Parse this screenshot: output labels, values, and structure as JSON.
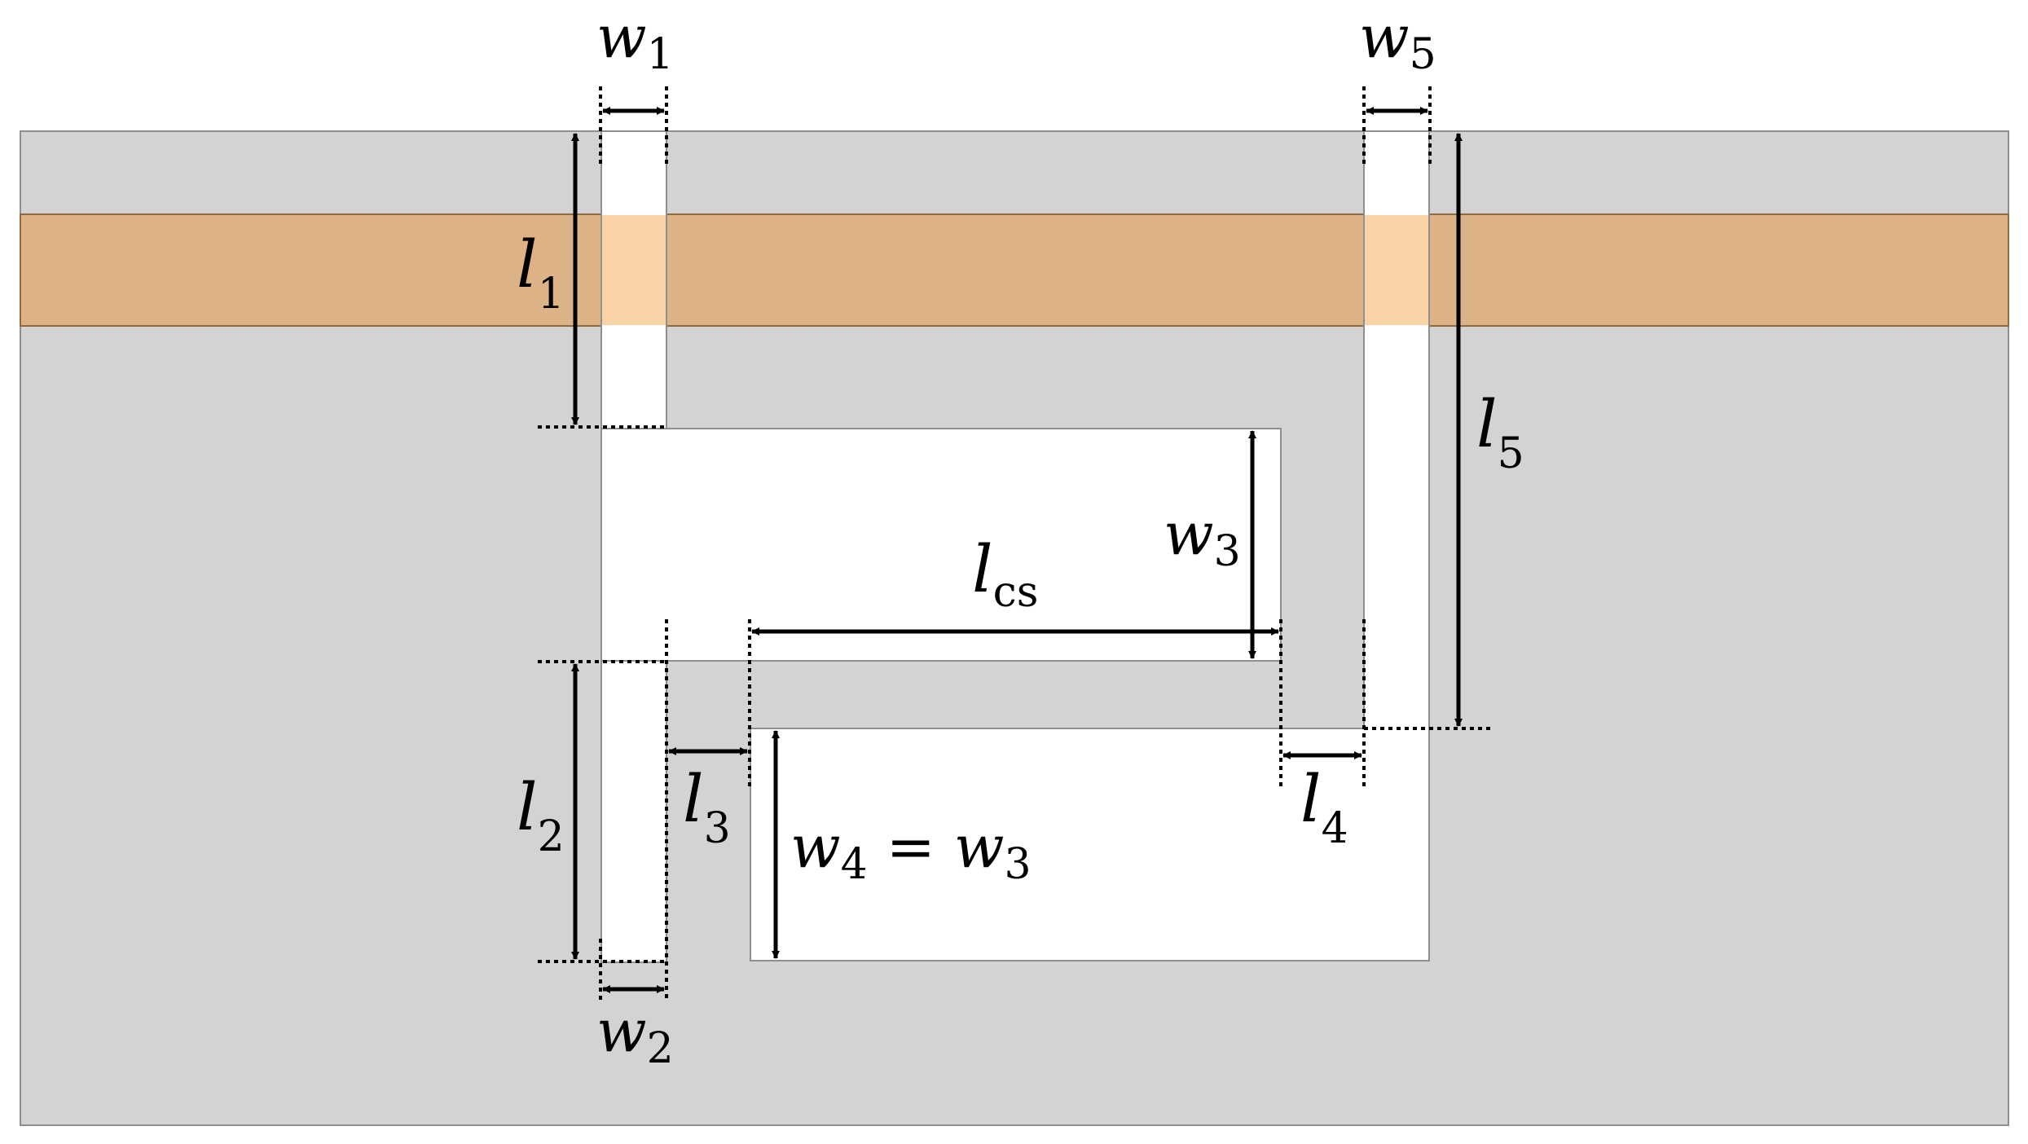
{
  "colors": {
    "substrate": "#d3d3d3",
    "strip": "#deb287",
    "strip_overlap": "#fad3a8",
    "slot": "#ffffff",
    "outline": "#8f8f8f",
    "ink": "#000000"
  },
  "labels": {
    "w1": {
      "base": "w",
      "sub": "1"
    },
    "w2": {
      "base": "w",
      "sub": "2"
    },
    "w3": {
      "base": "w",
      "sub": "3"
    },
    "w5": {
      "base": "w",
      "sub": "5"
    },
    "l1": {
      "base": "l",
      "sub": "1"
    },
    "l2": {
      "base": "l",
      "sub": "2"
    },
    "l3": {
      "base": "l",
      "sub": "3"
    },
    "l4": {
      "base": "l",
      "sub": "4"
    },
    "l5": {
      "base": "l",
      "sub": "5"
    },
    "lcs": {
      "base": "l",
      "sub": "cs"
    },
    "w4_eq": {
      "base": "w",
      "sub": "4",
      "eq": " = ",
      "rhs_base": "w",
      "rhs_sub": "3"
    }
  }
}
